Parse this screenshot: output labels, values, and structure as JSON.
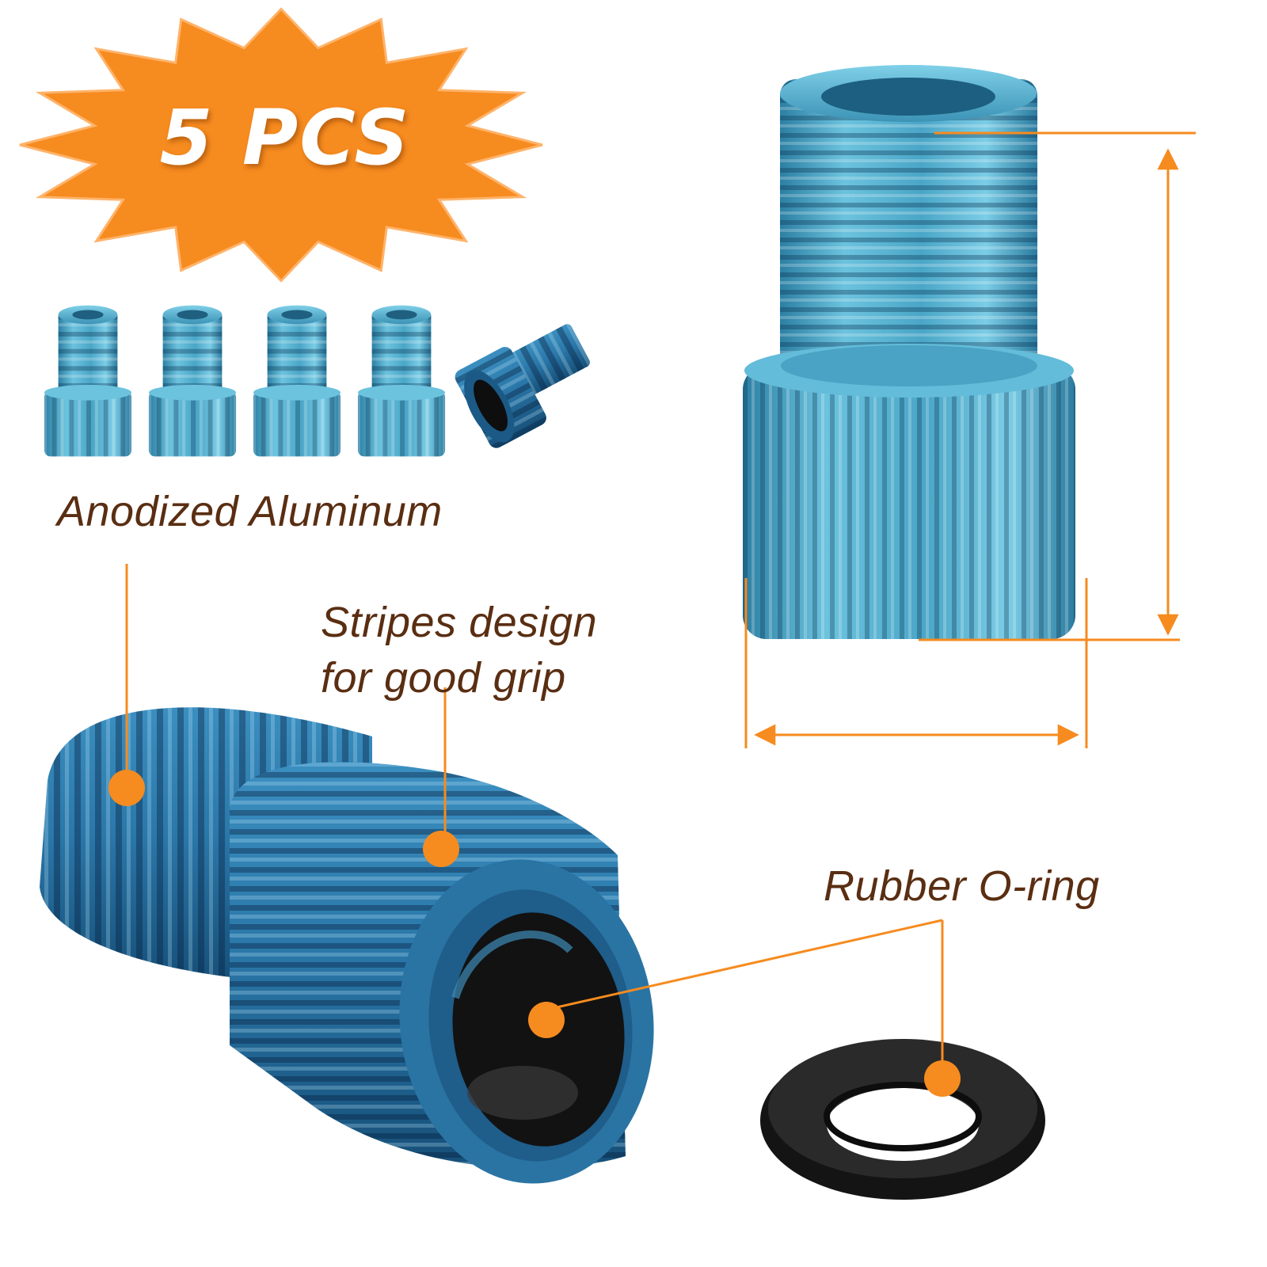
{
  "badge": {
    "text": "5 PCS"
  },
  "callouts": {
    "material": "Anodized Aluminum",
    "grip_line1": "Stripes design",
    "grip_line2": "for good grip",
    "oring": "Rubber O-ring"
  },
  "colors": {
    "accent_orange": "#f68b1f",
    "label_brown": "#5a2e12",
    "adapter_blue": "#4fa9c8",
    "adapter_dark_blue": "#1f6f9c",
    "rubber_black": "#151515"
  },
  "icons": [
    "starburst-badge",
    "valve-adapter",
    "o-ring"
  ]
}
